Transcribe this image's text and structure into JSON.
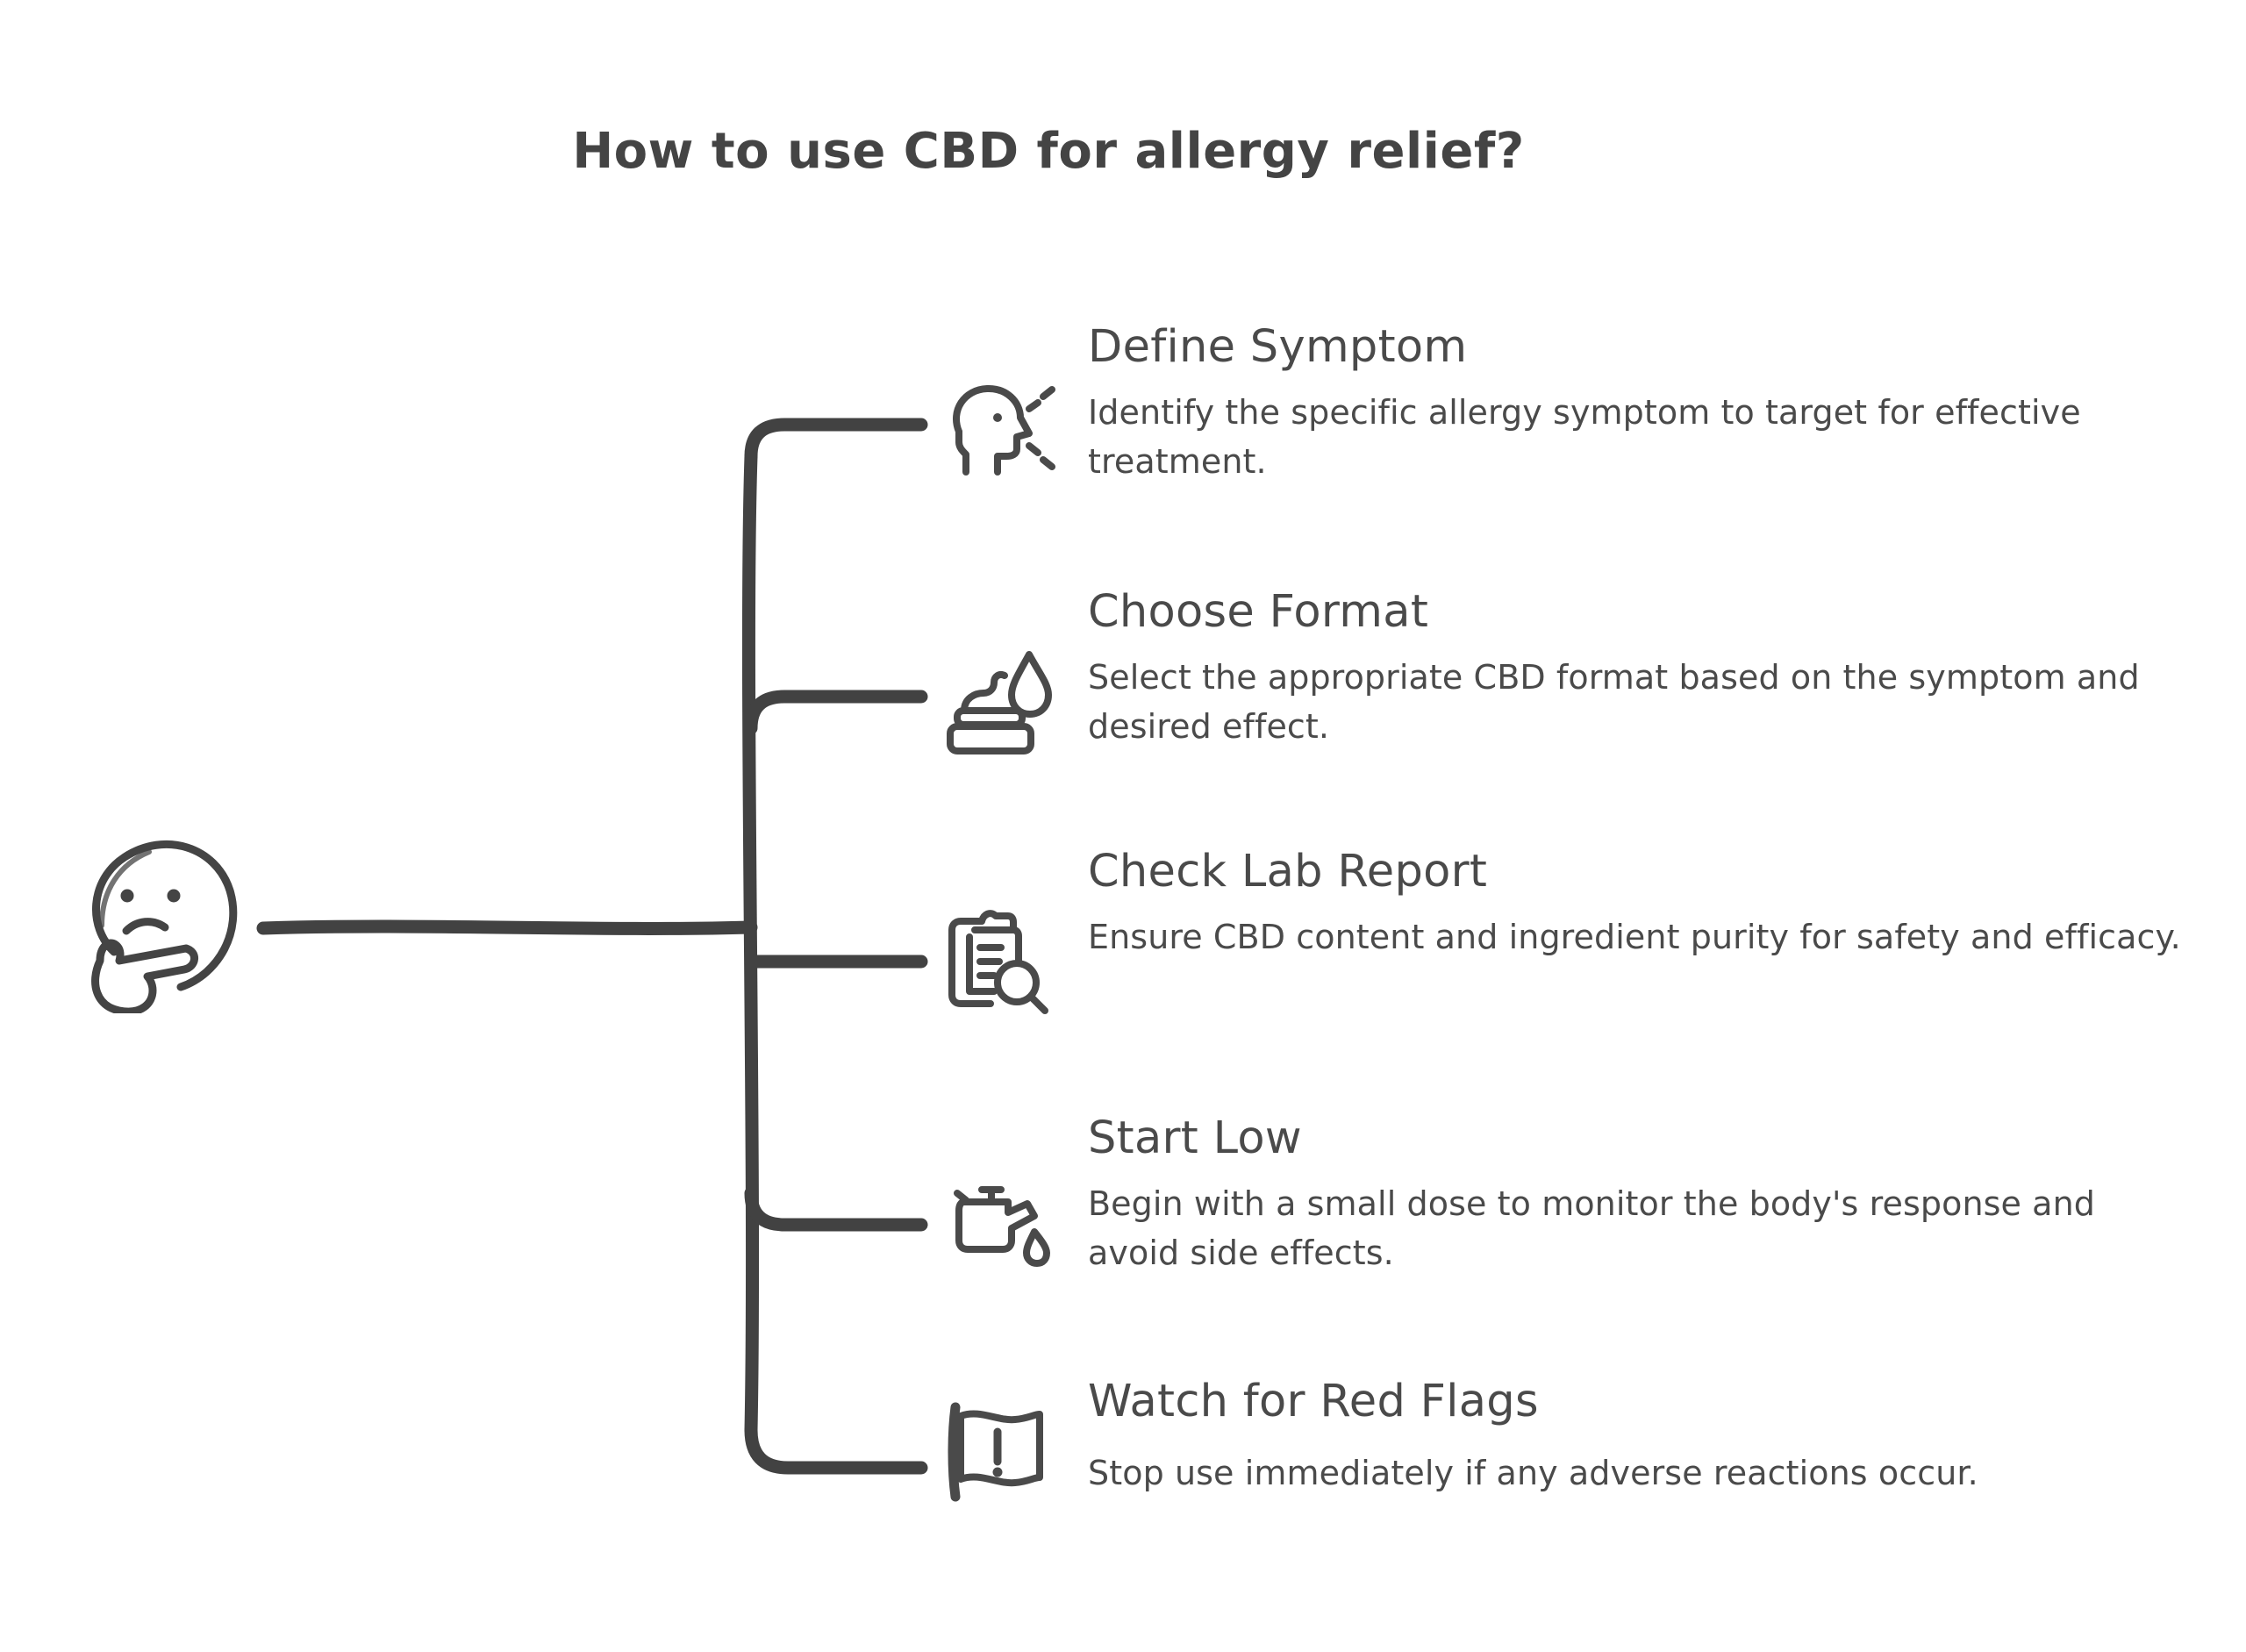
{
  "title": "How to use CBD for allergy relief?",
  "colors": {
    "ink": "#444444",
    "text": "#4a4a4a",
    "connector": "#424242",
    "background": "#ffffff"
  },
  "root": {
    "icon": "thinking-face-icon",
    "label": ""
  },
  "branches": [
    {
      "icon": "sneezing-head-icon",
      "heading": "Define Symptom",
      "description": "Identify the specific allergy symptom to target for effective treatment."
    },
    {
      "icon": "ointment-jar-droplet-icon",
      "heading": "Choose Format",
      "description": "Select the appropriate CBD format based on the symptom and desired effect."
    },
    {
      "icon": "clipboard-magnifier-icon",
      "heading": "Check Lab Report",
      "description": "Ensure CBD content and ingredient purity for safety and efficacy."
    },
    {
      "icon": "oil-can-drop-icon",
      "heading": "Start Low",
      "description": "Begin with a small dose to monitor the body's response and avoid side effects."
    },
    {
      "icon": "warning-flag-icon",
      "heading": "Watch for Red Flags",
      "description": "Stop use immediately if any adverse reactions occur."
    }
  ]
}
